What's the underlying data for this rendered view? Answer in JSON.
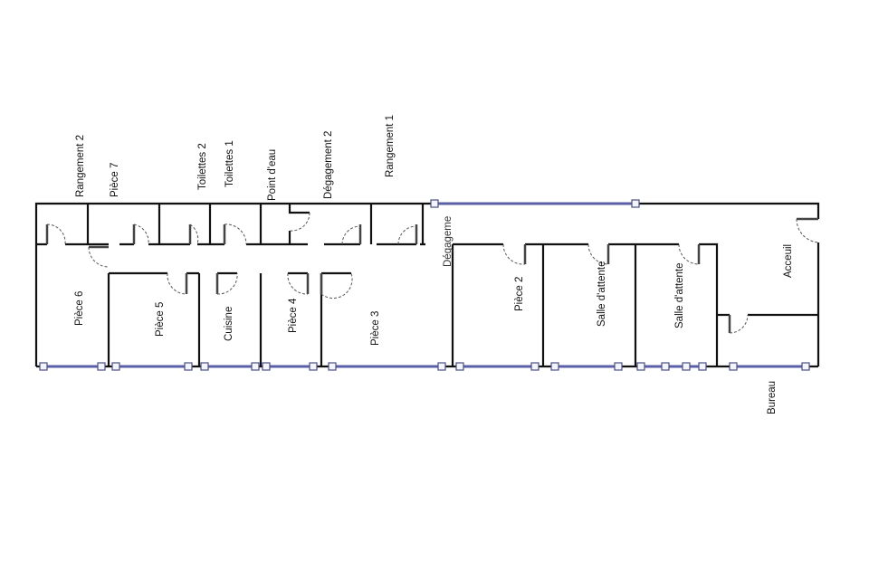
{
  "title": "Floor plan",
  "rooms": {
    "rangement_2": "Rangement 2",
    "piece_7": "Pièce 7",
    "toilettes_2": "Toilettes 2",
    "toilettes_1": "Toilettes 1",
    "point_eau": "Point d'eau",
    "degagement_2": "Dégagement 2",
    "rangement_1": "Rangement 1",
    "piece_6": "Pièce 6",
    "piece_5": "Pièce 5",
    "cuisine": "Cuisine",
    "piece_4": "Pièce 4",
    "piece_3": "Pièce 3",
    "degagement": "Dégageme",
    "piece_2": "Pièce 2",
    "salle_attente_1": "Salle d'attente",
    "salle_attente_2": "Salle d'attente",
    "acceuil": "Acceuil",
    "bureau": "Bureau"
  },
  "colors": {
    "wall": "#111111",
    "window": "#5a5fa8"
  }
}
